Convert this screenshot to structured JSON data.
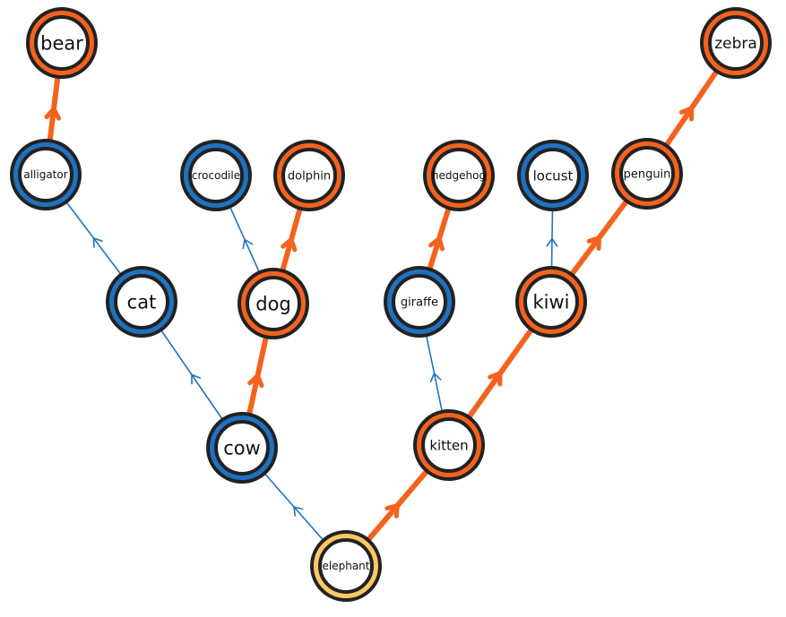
{
  "colors": {
    "root": "#fdc865",
    "highlight": "#f4621f",
    "normal": "#1f72c0",
    "outline": "#222222"
  },
  "nodes": [
    {
      "id": "bear",
      "label": "bear",
      "kind": "highlight"
    },
    {
      "id": "alligator",
      "label": "alligator",
      "kind": "normal"
    },
    {
      "id": "crocodile",
      "label": "crocodile",
      "kind": "normal"
    },
    {
      "id": "dolphin",
      "label": "dolphin",
      "kind": "highlight"
    },
    {
      "id": "hedgehog",
      "label": "hedgehog",
      "kind": "highlight"
    },
    {
      "id": "locust",
      "label": "locust",
      "kind": "normal"
    },
    {
      "id": "penguin",
      "label": "penguin",
      "kind": "highlight"
    },
    {
      "id": "zebra",
      "label": "zebra",
      "kind": "highlight"
    },
    {
      "id": "cat",
      "label": "cat",
      "kind": "normal"
    },
    {
      "id": "dog",
      "label": "dog",
      "kind": "highlight"
    },
    {
      "id": "giraffe",
      "label": "giraffe",
      "kind": "normal"
    },
    {
      "id": "kiwi",
      "label": "kiwi",
      "kind": "highlight"
    },
    {
      "id": "cow",
      "label": "cow",
      "kind": "normal"
    },
    {
      "id": "kitten",
      "label": "kitten",
      "kind": "highlight"
    },
    {
      "id": "elephant",
      "label": "elephant",
      "kind": "root"
    }
  ],
  "edges": [
    {
      "from": "elephant",
      "to": "cow",
      "kind": "normal"
    },
    {
      "from": "elephant",
      "to": "kitten",
      "kind": "highlight"
    },
    {
      "from": "cow",
      "to": "cat",
      "kind": "normal"
    },
    {
      "from": "cow",
      "to": "dog",
      "kind": "highlight"
    },
    {
      "from": "cat",
      "to": "alligator",
      "kind": "normal"
    },
    {
      "from": "alligator",
      "to": "bear",
      "kind": "highlight"
    },
    {
      "from": "dog",
      "to": "crocodile",
      "kind": "normal"
    },
    {
      "from": "dog",
      "to": "dolphin",
      "kind": "highlight"
    },
    {
      "from": "kitten",
      "to": "giraffe",
      "kind": "normal"
    },
    {
      "from": "kitten",
      "to": "kiwi",
      "kind": "highlight"
    },
    {
      "from": "giraffe",
      "to": "hedgehog",
      "kind": "highlight"
    },
    {
      "from": "kiwi",
      "to": "locust",
      "kind": "normal"
    },
    {
      "from": "kiwi",
      "to": "penguin",
      "kind": "highlight"
    },
    {
      "from": "penguin",
      "to": "zebra",
      "kind": "highlight"
    }
  ]
}
